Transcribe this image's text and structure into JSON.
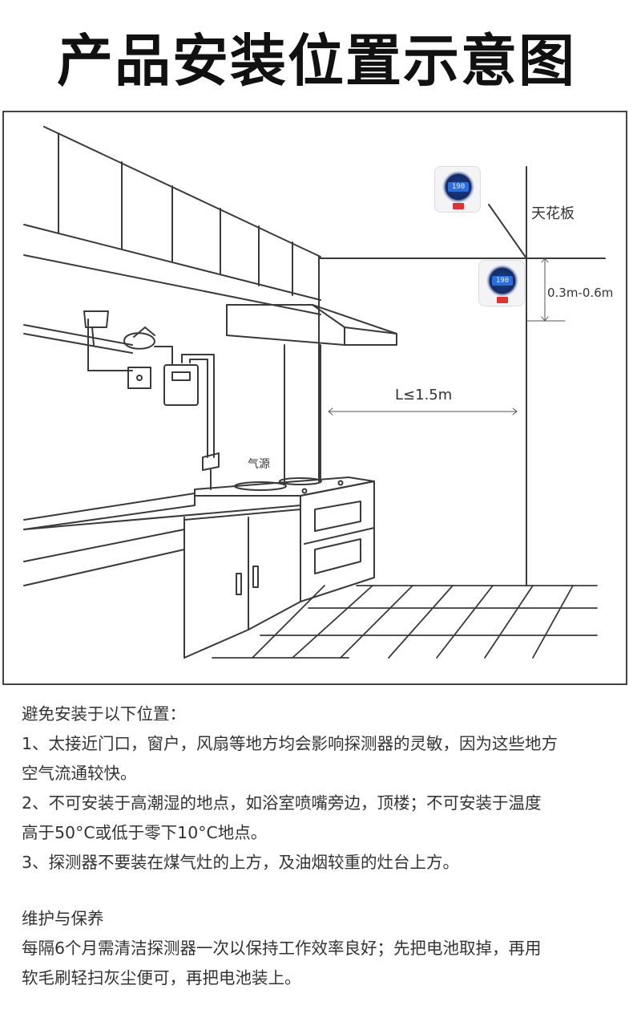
{
  "title": "产品安装位置示意图",
  "diagram": {
    "label_ceiling": "天花板",
    "label_height": "0.3m-0.6m",
    "label_distance": "L≤1.5m",
    "label_gas_source": "气源",
    "detector_display": "190"
  },
  "avoid": {
    "heading": "避免安装于以下位置：",
    "lines": [
      "1、太接近门口，窗户，风扇等地方均会影响探测器的灵敏，因为这些地方",
      "空气流通较快。",
      "2、不可安装于高潮湿的地点，如浴室喷嘴旁边，顶楼；不可安装于温度",
      "高于50°C或低于零下10°C地点。",
      "3、探测器不要装在煤气灶的上方，及油烟较重的灶台上方。"
    ]
  },
  "maintenance": {
    "heading": "维护与保养",
    "lines": [
      "每隔6个月需清洁探测器一次以保持工作效率良好；先把电池取掉，再用",
      "软毛刷轻扫灰尘便可，再把电池装上。"
    ]
  }
}
